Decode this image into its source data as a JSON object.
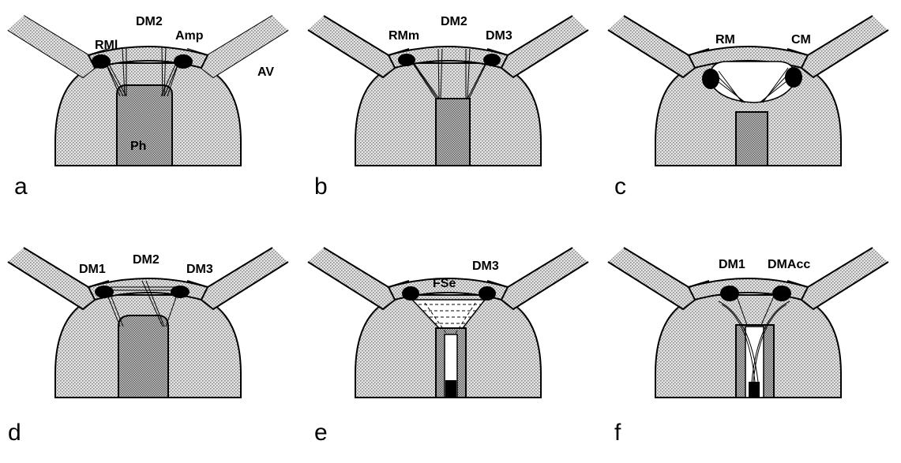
{
  "panels": [
    {
      "letter": "a",
      "labels": {
        "l1": "RMl",
        "l2": "DM2",
        "l3": "Amp",
        "l4": "AV",
        "ph": "Ph"
      }
    },
    {
      "letter": "b",
      "labels": {
        "l1": "RMm",
        "l2": "DM2",
        "l3": "DM3"
      }
    },
    {
      "letter": "c",
      "labels": {
        "l1": "RM",
        "l2": "CM"
      }
    },
    {
      "letter": "d",
      "labels": {
        "l1": "DM1",
        "l2": "DM2",
        "l3": "DM3"
      }
    },
    {
      "letter": "e",
      "labels": {
        "l1": "FSe",
        "l2": "DM3"
      }
    },
    {
      "letter": "f",
      "labels": {
        "l1": "DM1",
        "l2": "DMAcc"
      }
    }
  ],
  "colors": {
    "stipple": "#b4b4b4",
    "ink": "#000000",
    "background": "#ffffff"
  }
}
